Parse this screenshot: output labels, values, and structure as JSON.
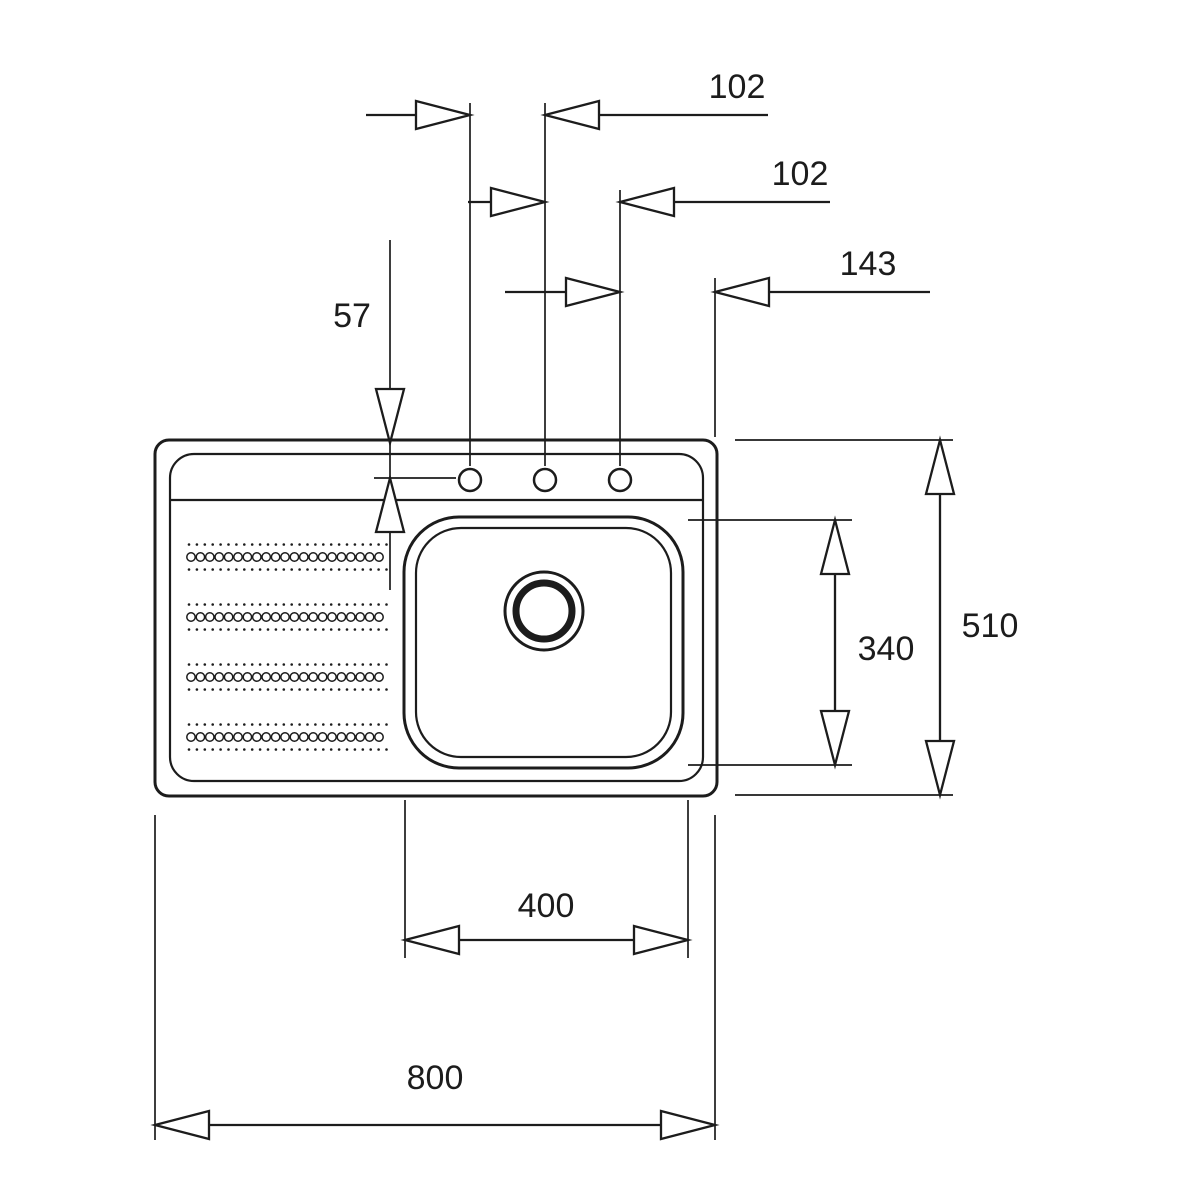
{
  "colors": {
    "line": "#1c1c1c",
    "background": "#ffffff"
  },
  "dimensions": {
    "faucet_hole_spacing_left": "102",
    "faucet_hole_spacing_right": "102",
    "third_hole_to_right_edge": "143",
    "top_edge_to_faucet_holes": "57",
    "bowl_front_to_back": "340",
    "overall_front_to_back": "510",
    "bowl_width": "400",
    "overall_width": "800"
  }
}
